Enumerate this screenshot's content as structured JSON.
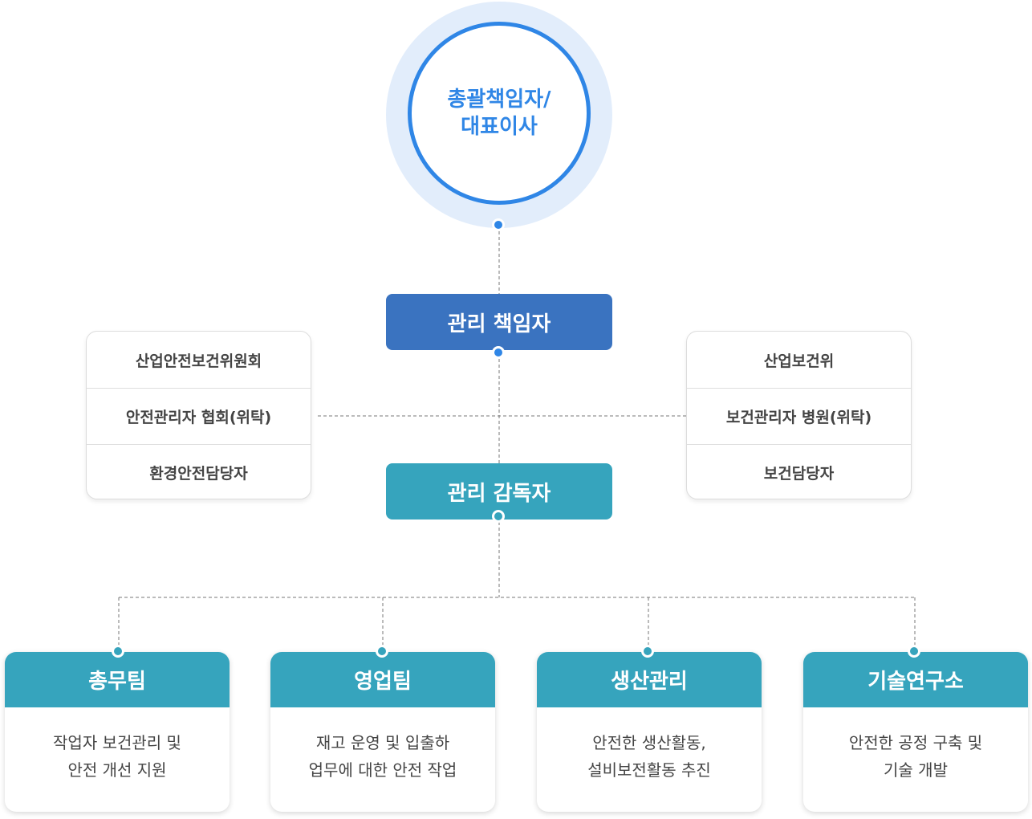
{
  "top": {
    "title_line1": "총괄책임자/",
    "title_line2": "대표이사"
  },
  "manager": {
    "label": "관리 책임자"
  },
  "supervisor": {
    "label": "관리 감독자"
  },
  "left_panel": {
    "items": [
      "산업안전보건위원회",
      "안전관리자 협회(위탁)",
      "환경안전담당자"
    ]
  },
  "right_panel": {
    "items": [
      "산업보건위",
      "보건관리자 병원(위탁)",
      "보건담당자"
    ]
  },
  "teams": [
    {
      "name": "총무팀",
      "desc_line1": "작업자 보건관리 및",
      "desc_line2": "안전 개선 지원"
    },
    {
      "name": "영업팀",
      "desc_line1": "재고 운영 및 입출하",
      "desc_line2": "업무에 대한 안전 작업"
    },
    {
      "name": "생산관리",
      "desc_line1": "안전한 생산활동,",
      "desc_line2": "설비보전활동 추진"
    },
    {
      "name": "기술연구소",
      "desc_line1": "안전한 공정 구축 및",
      "desc_line2": "기술 개발"
    }
  ],
  "colors": {
    "blue": "#2f86e6",
    "navy": "#3a73c0",
    "teal": "#36a4bd",
    "halo": "#e2edfb"
  }
}
